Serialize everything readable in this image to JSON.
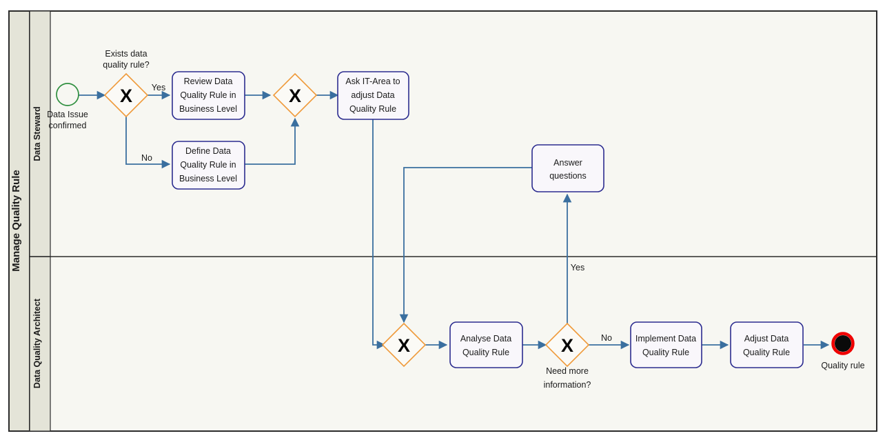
{
  "diagram": {
    "type": "bpmn-process",
    "pool_title": "Manage Quality Rule",
    "lanes": [
      {
        "id": "lane-data-steward",
        "label": "Data Steward"
      },
      {
        "id": "lane-data-quality-architect",
        "label": "Data Quality Architect"
      }
    ],
    "colors": {
      "pool_header_fill": "#e4e4d8",
      "pool_body_fill": "#f7f7f2",
      "task_stroke": "#2b2b8f",
      "task_fill": "#f9f7fb",
      "gateway_stroke": "#ef9a3a",
      "flow_stroke": "#3a6f9f",
      "start_event_stroke": "#2f8f3f",
      "end_event_stroke": "#ef0000",
      "end_event_fill": "#0a0a0a"
    },
    "events": [
      {
        "id": "start",
        "kind": "start-event",
        "label": "Data Issue confirmed",
        "label_lines": [
          "Data Issue",
          "confirmed"
        ]
      },
      {
        "id": "end",
        "kind": "end-event",
        "label": "Quality rule",
        "label_lines": [
          "Quality rule"
        ]
      }
    ],
    "gateways": [
      {
        "id": "gw-exists",
        "kind": "exclusive-gateway",
        "symbol": "X",
        "caption": "Exists data quality rule?",
        "caption_lines": [
          "Exists data",
          "quality rule?"
        ]
      },
      {
        "id": "gw-merge-business",
        "kind": "exclusive-gateway",
        "symbol": "X",
        "caption": "",
        "caption_lines": []
      },
      {
        "id": "gw-merge-analysis",
        "kind": "exclusive-gateway",
        "symbol": "X",
        "caption": "",
        "caption_lines": []
      },
      {
        "id": "gw-need-info",
        "kind": "exclusive-gateway",
        "symbol": "X",
        "caption": "Need more information?",
        "caption_lines": [
          "Need more",
          "information?"
        ]
      }
    ],
    "tasks": [
      {
        "id": "task-review",
        "lane": "lane-data-steward",
        "label": "Review Data Quality Rule in Business Level",
        "label_lines": [
          "Review Data",
          "Quality Rule in",
          "Business Level"
        ]
      },
      {
        "id": "task-define",
        "lane": "lane-data-steward",
        "label": "Define Data Quality Rule in Business Level",
        "label_lines": [
          "Define Data",
          "Quality Rule in",
          "Business Level"
        ]
      },
      {
        "id": "task-ask-it",
        "lane": "lane-data-steward",
        "label": "Ask IT-Area to adjust Data Quality Rule",
        "label_lines": [
          "Ask IT-Area to",
          "adjust Data",
          "Quality Rule"
        ]
      },
      {
        "id": "task-answer",
        "lane": "lane-data-steward",
        "label": "Answer questions",
        "label_lines": [
          "Answer",
          "questions"
        ]
      },
      {
        "id": "task-analyse",
        "lane": "lane-data-quality-architect",
        "label": "Analyse Data Quality Rule",
        "label_lines": [
          "Analyse Data",
          "Quality Rule"
        ]
      },
      {
        "id": "task-implement",
        "lane": "lane-data-quality-architect",
        "label": "Implement Data Quality Rule",
        "label_lines": [
          "Implement Data",
          "Quality Rule"
        ]
      },
      {
        "id": "task-adjust",
        "lane": "lane-data-quality-architect",
        "label": "Adjust Data Quality Rule",
        "label_lines": [
          "Adjust Data",
          "Quality Rule"
        ]
      }
    ],
    "flow_labels": [
      {
        "id": "flow-label-yes-exists",
        "text": "Yes"
      },
      {
        "id": "flow-label-no-exists",
        "text": "No"
      },
      {
        "id": "flow-label-yes-need-info",
        "text": "Yes"
      },
      {
        "id": "flow-label-no-need-info",
        "text": "No"
      }
    ]
  }
}
